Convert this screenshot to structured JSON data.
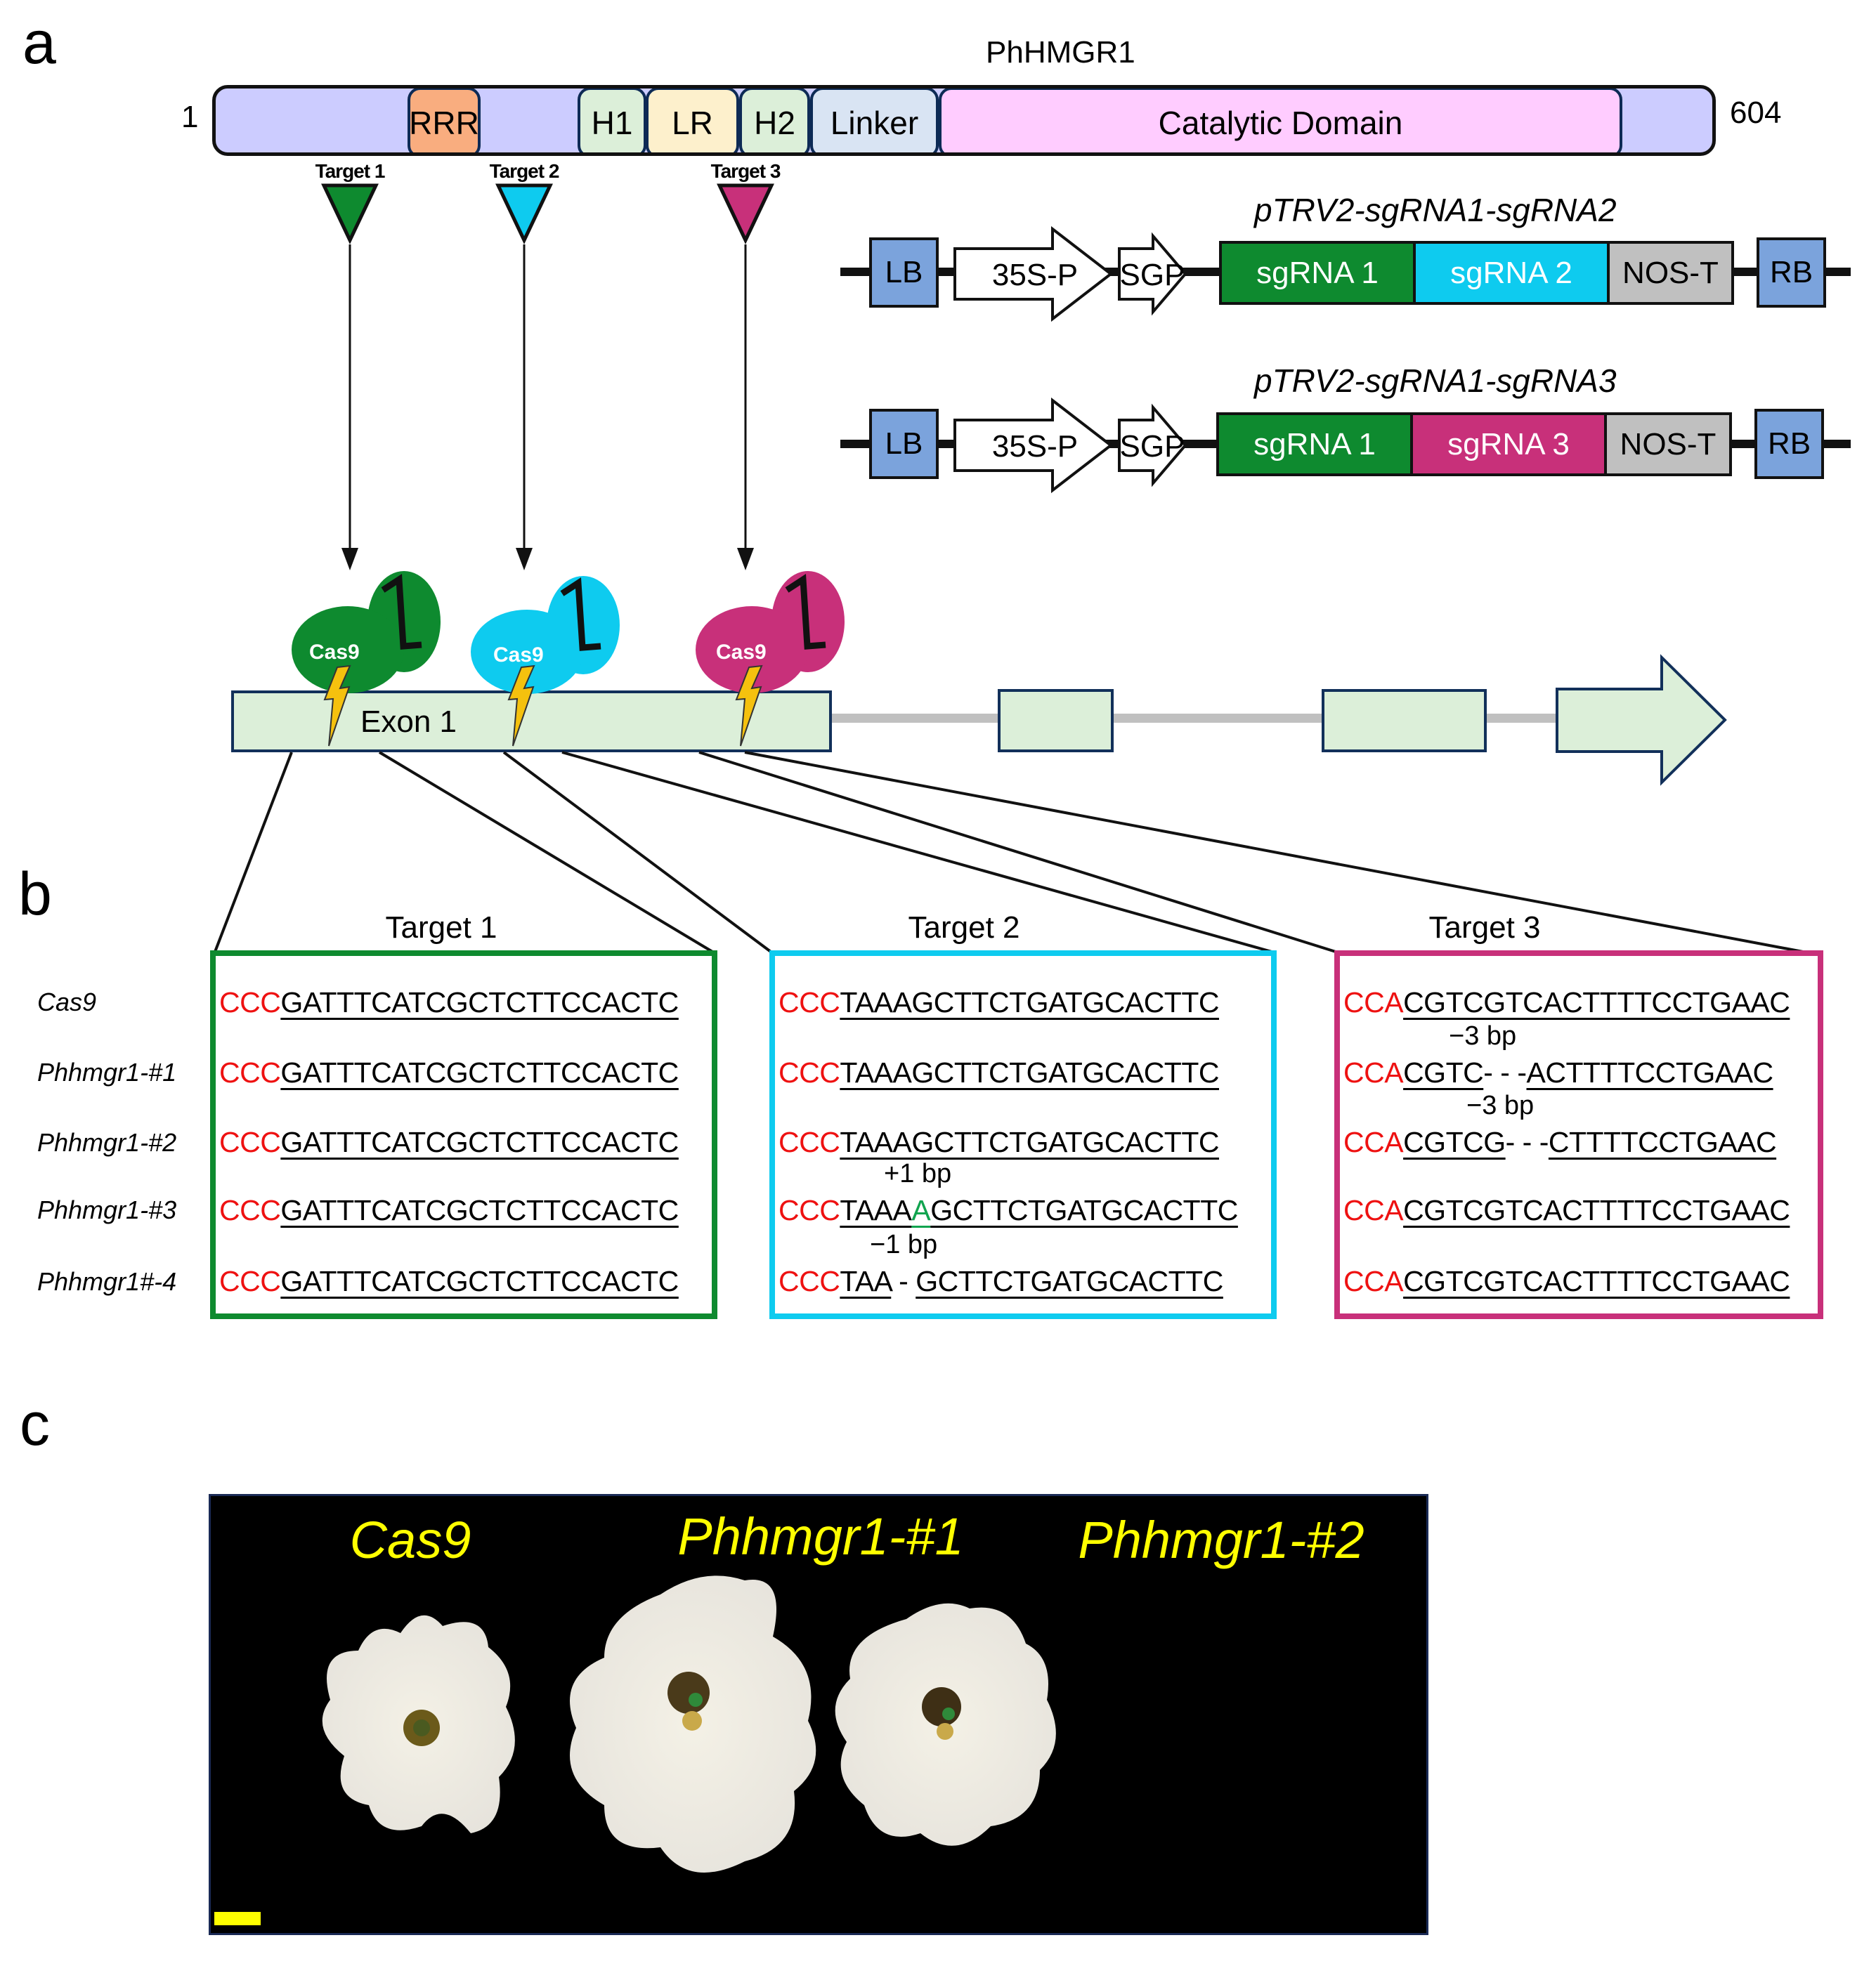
{
  "panels": {
    "a": "a",
    "b": "b",
    "c": "c"
  },
  "protein": {
    "name": "PhHMGR1",
    "start": "1",
    "end": "604",
    "domains": [
      {
        "label": "RRR",
        "color": "#f9ad7f"
      },
      {
        "label": "H1",
        "color": "#dcefd9"
      },
      {
        "label": "LR",
        "color": "#fdf0cc"
      },
      {
        "label": "H2",
        "color": "#dcefd9"
      },
      {
        "label": "Linker",
        "color": "#d9e4f3"
      },
      {
        "label": "Catalytic Domain",
        "color": "#ffccff"
      }
    ],
    "base_color": "#ccccff"
  },
  "targets": [
    {
      "label": "Target 1",
      "color": "#0e8a2f"
    },
    {
      "label": "Target 2",
      "color": "#0ecbef"
    },
    {
      "label": "Target 3",
      "color": "#c8307a"
    }
  ],
  "constructs": [
    {
      "title": "pTRV2-sgRNA1-sgRNA2",
      "elements": [
        "LB",
        "35S-P",
        "SGP",
        "sgRNA 1",
        "sgRNA 2",
        "NOS-T",
        "RB"
      ],
      "sgrna_colors": [
        "#0e8a2f",
        "#0ecbef"
      ]
    },
    {
      "title": "pTRV2-sgRNA1-sgRNA3",
      "elements": [
        "LB",
        "35S-P",
        "SGP",
        "sgRNA 1",
        "sgRNA 3",
        "NOS-T",
        "RB"
      ],
      "sgrna_colors": [
        "#0e8a2f",
        "#c8307a"
      ]
    }
  ],
  "gene": {
    "exon1_label": "Exon 1",
    "cas9_label": "Cas9",
    "exon_count": 4
  },
  "alignment": {
    "samples": [
      "Cas9",
      "Phhmgr1-#1",
      "Phhmgr1-#2",
      "Phhmgr1-#3",
      "Phhmgr1#-4"
    ],
    "targets": [
      {
        "title": "Target 1",
        "rows": [
          {
            "pam": "CCC",
            "parts": [
              {
                "t": "GATTTCATCGCTCTTCCACTC",
                "s": "u"
              }
            ]
          },
          {
            "pam": "CCC",
            "parts": [
              {
                "t": "GATTTCATCGCTCTTCCACTC",
                "s": "u"
              }
            ]
          },
          {
            "pam": "CCC",
            "parts": [
              {
                "t": "GATTTCATCGCTCTTCCACTC",
                "s": "u"
              }
            ]
          },
          {
            "pam": "CCC",
            "parts": [
              {
                "t": "GATTTCATCGCTCTTCCACTC",
                "s": "u"
              }
            ]
          },
          {
            "pam": "CCC",
            "parts": [
              {
                "t": "GATTTCATCGCTCTTCCACTC",
                "s": "u"
              }
            ]
          }
        ]
      },
      {
        "title": "Target 2",
        "rows": [
          {
            "pam": "CCC",
            "parts": [
              {
                "t": "TAAAGCTTCTGATGCACTTC",
                "s": "u"
              }
            ]
          },
          {
            "pam": "CCC",
            "parts": [
              {
                "t": "TAAAGCTTCTGATGCACTTC",
                "s": "u"
              }
            ]
          },
          {
            "pam": "CCC",
            "parts": [
              {
                "t": "TAAAGCTTCTGATGCACTTC",
                "s": "u"
              }
            ]
          },
          {
            "pam": "CCC",
            "annotation": "+1 bp",
            "parts": [
              {
                "t": "TAAA",
                "s": "u"
              },
              {
                "t": "A",
                "s": "ins"
              },
              {
                "t": "GCTTCTGATGCACTTC",
                "s": "u"
              }
            ]
          },
          {
            "pam": "CCC",
            "annotation": "−1 bp",
            "parts": [
              {
                "t": "TAA",
                "s": "u"
              },
              {
                "t": " - ",
                "s": ""
              },
              {
                "t": "GCTTCTGATGCACTTC",
                "s": "u"
              }
            ]
          }
        ]
      },
      {
        "title": "Target 3",
        "rows": [
          {
            "pam": "CCA",
            "parts": [
              {
                "t": "CGTCGTCACTTTTCCTGAAC",
                "s": "u"
              }
            ]
          },
          {
            "pam": "CCA",
            "annotation": "−3 bp",
            "parts": [
              {
                "t": "CGTC",
                "s": "u"
              },
              {
                "t": "- - -",
                "s": ""
              },
              {
                "t": "ACTTTTCCTGAAC",
                "s": "u"
              }
            ]
          },
          {
            "pam": "CCA",
            "annotation": "−3 bp",
            "parts": [
              {
                "t": "CGTCG",
                "s": "u"
              },
              {
                "t": "- - -",
                "s": ""
              },
              {
                "t": "CTTTTCCTGAAC",
                "s": "u"
              }
            ]
          },
          {
            "pam": "CCA",
            "parts": [
              {
                "t": "CGTCGTCACTTTTCCTGAAC",
                "s": "u"
              }
            ]
          },
          {
            "pam": "CCA",
            "parts": [
              {
                "t": "CGTCGTCACTTTTCCTGAAC",
                "s": "u"
              }
            ]
          }
        ]
      }
    ]
  },
  "photo": {
    "labels": [
      "Cas9",
      "Phhmgr1-#1",
      "Phhmgr1-#2"
    ],
    "label_color": "#ffff00",
    "scale_bar_color": "#ffff00"
  }
}
